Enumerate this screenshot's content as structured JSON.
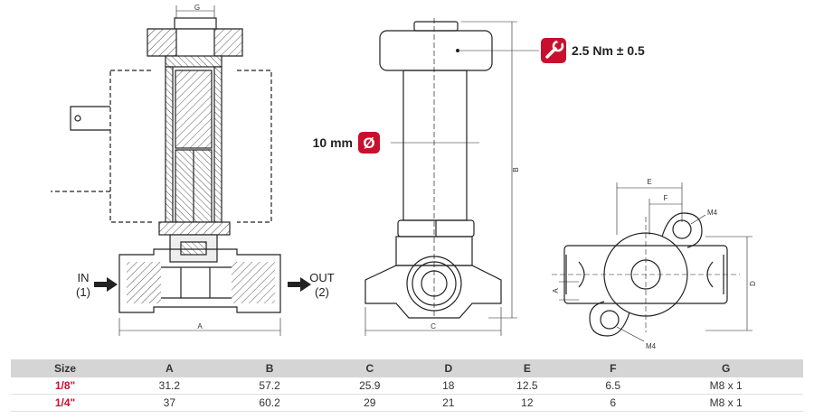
{
  "labels": {
    "inlet": "IN",
    "inlet_port": "(1)",
    "outlet": "OUT",
    "outlet_port": "(2)",
    "torque": "2.5 Nm ± 0.5",
    "diameter": "10 mm",
    "diameter_symbol": "Ø",
    "thread_top": "M4",
    "thread_bottom": "M4"
  },
  "dimension_letters": {
    "a_front": "A",
    "b_side": "B",
    "c_side": "C",
    "g_top": "G",
    "e_top": "E",
    "f_top": "F",
    "a_plan": "A",
    "d_plan": "D"
  },
  "colors": {
    "accent": "#c8102e",
    "line": "#222222",
    "table_header": "#d5d5d5"
  },
  "icons": {
    "torque": "wrench-icon",
    "diameter": "diameter-icon"
  },
  "table": {
    "headers": [
      "Size",
      "A",
      "B",
      "C",
      "D",
      "E",
      "F",
      "G"
    ],
    "rows": [
      [
        "1/8\"",
        "31.2",
        "57.2",
        "25.9",
        "18",
        "12.5",
        "6.5",
        "M8 x 1"
      ],
      [
        "1/4\"",
        "37",
        "60.2",
        "29",
        "21",
        "12",
        "6",
        "M8 x 1"
      ]
    ]
  }
}
